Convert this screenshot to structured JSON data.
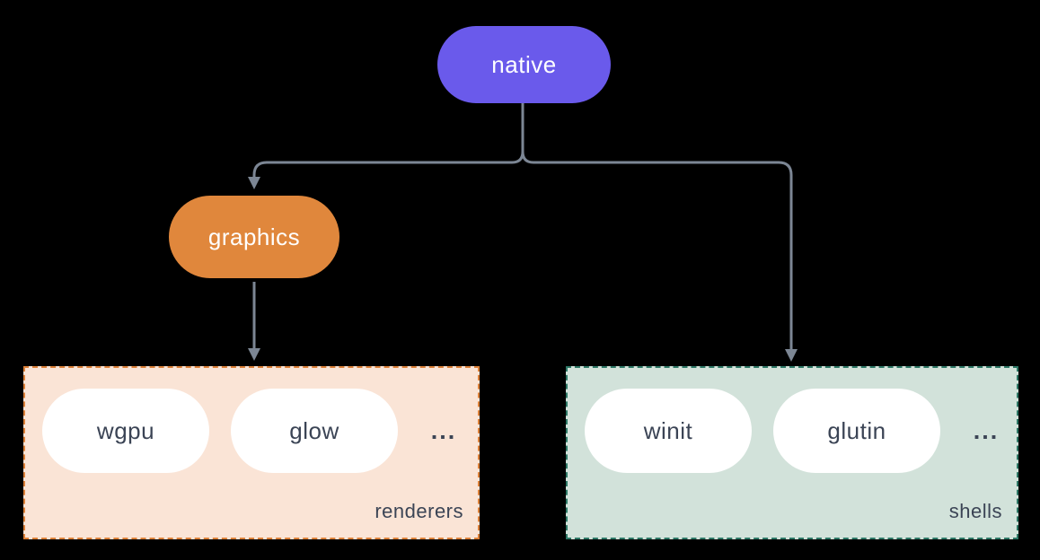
{
  "diagram": {
    "nodes": {
      "native": {
        "label": "native"
      },
      "graphics": {
        "label": "graphics"
      }
    },
    "groups": {
      "renderers": {
        "label": "renderers",
        "items": [
          {
            "label": "wgpu"
          },
          {
            "label": "glow"
          }
        ],
        "ellipsis": "..."
      },
      "shells": {
        "label": "shells",
        "items": [
          {
            "label": "winit"
          },
          {
            "label": "glutin"
          }
        ],
        "ellipsis": "..."
      }
    },
    "edges": [
      {
        "from": "native",
        "to": "graphics"
      },
      {
        "from": "native",
        "to": "shells"
      },
      {
        "from": "graphics",
        "to": "renderers"
      }
    ],
    "colors": {
      "background": "#000000",
      "connector": "#7c8694",
      "node-text": "#ffffff",
      "group-text": "#3b4455",
      "chip-fill": "#ffffff",
      "node-native": "#6a5aeb",
      "node-graphics": "#e0873c",
      "renderers-fill": "#fae4d6",
      "renderers-border": "#dc8038",
      "shells-fill": "#d2e2da",
      "shells-border": "#2d7866"
    }
  }
}
